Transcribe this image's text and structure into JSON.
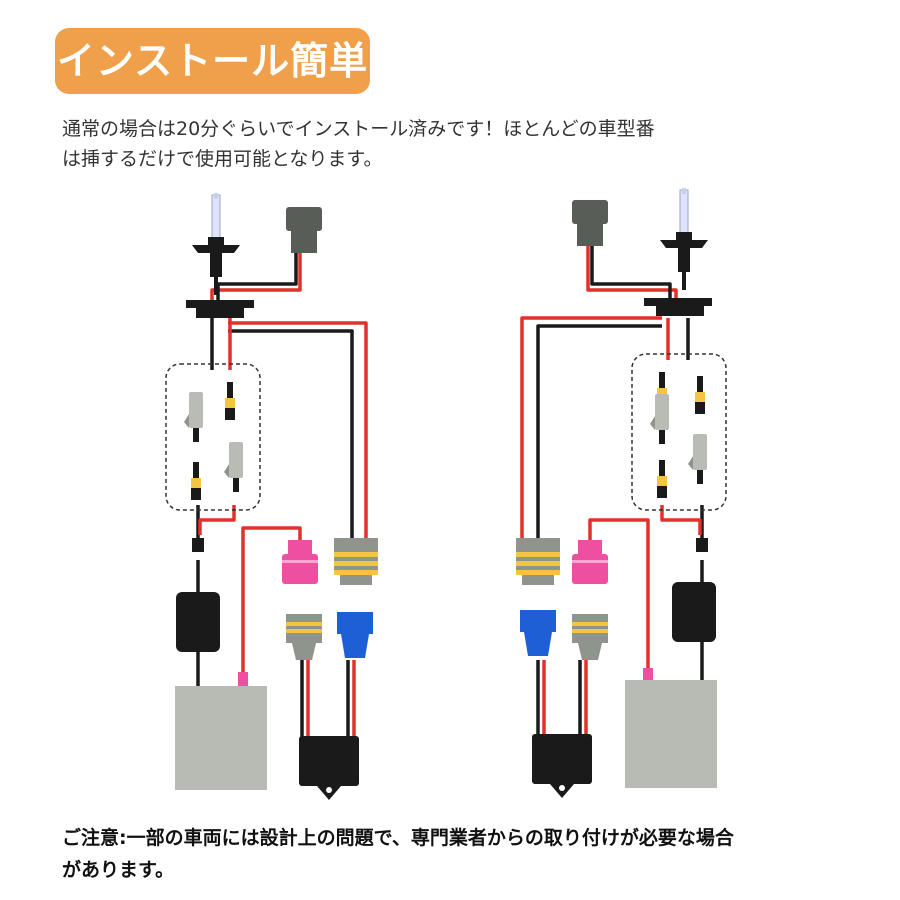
{
  "title": "インストール簡単",
  "intro_lines": [
    "通常の場合は20分ぐらいでインストール済みです！ほとんどの車型番",
    "は挿するだけで使用可能となります。"
  ],
  "note_lines": [
    "ご注意:一部の車両には設計上の問題で、専門業者からの取り付けが必要な場合",
    "があります。"
  ],
  "colors": {
    "accent": "#f0a04b",
    "wire_red": "#e0312b",
    "wire_black": "#1a1a1a",
    "connector_pink": "#ee4fa0",
    "connector_blue": "#1f5fd6",
    "seal_yellow": "#f5c542",
    "ballast_gray": "#b7bbb3",
    "connector_gray": "#8f948c"
  },
  "icons": [
    "hid-bulb-icon",
    "ballast-box-icon",
    "igniter-module-icon",
    "relay-box-icon",
    "plug-connector-icon",
    "spade-terminal-icon"
  ]
}
